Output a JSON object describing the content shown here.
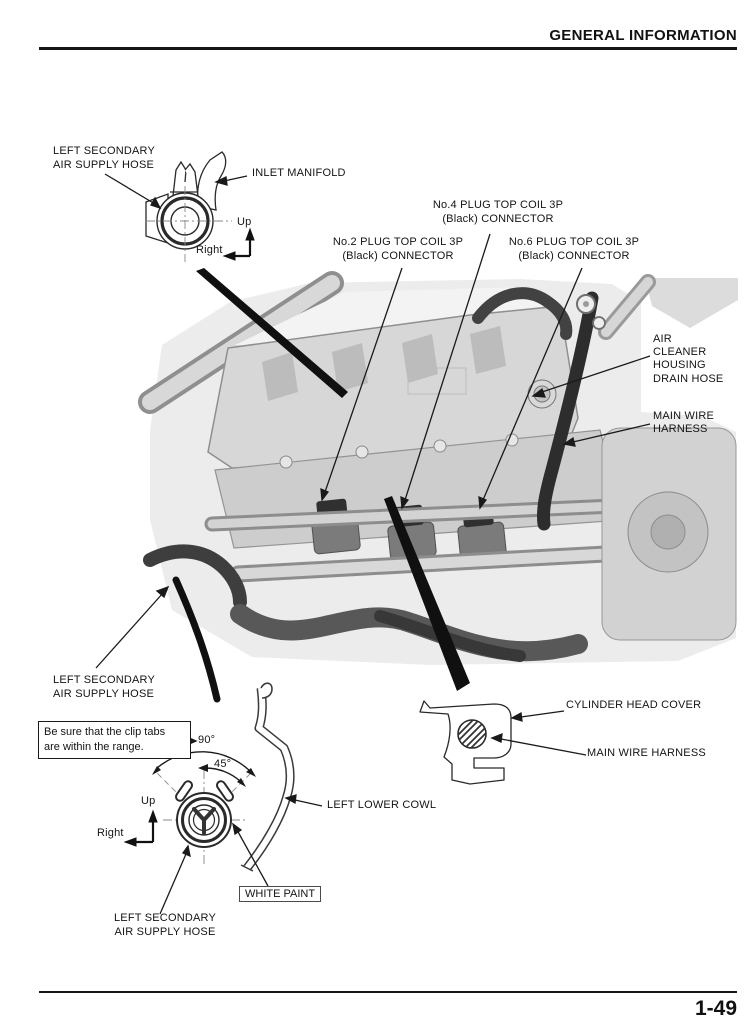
{
  "header": {
    "title": "GENERAL INFORMATION"
  },
  "footer": {
    "page_number": "1-49"
  },
  "axis": {
    "up": "Up",
    "right": "Right"
  },
  "callouts": {
    "top_left_hose": "LEFT SECONDARY\nAIR SUPPLY HOSE",
    "inlet_manifold": "INLET MANIFOLD",
    "no4_coil": "No.4 PLUG TOP COIL 3P\n(Black) CONNECTOR",
    "no2_coil": "No.2 PLUG TOP COIL 3P\n(Black) CONNECTOR",
    "no6_coil": "No.6 PLUG TOP COIL 3P\n(Black) CONNECTOR",
    "air_cleaner_drain": "AIR\nCLEANER\nHOUSING\nDRAIN HOSE",
    "main_wire_harness_upper": "MAIN WIRE\nHARNESS",
    "mid_left_hose": "LEFT SECONDARY\nAIR SUPPLY HOSE",
    "clip_note": "Be sure that the clip tabs\nare within the range.",
    "angle_outer": "90°",
    "angle_inner": "45°",
    "cylinder_head_cover": "CYLINDER HEAD COVER",
    "main_wire_harness_lower": "MAIN WIRE HARNESS",
    "left_lower_cowl": "LEFT LOWER COWL",
    "white_paint": "WHITE PAINT",
    "bottom_hose": "LEFT SECONDARY\nAIR SUPPLY HOSE"
  },
  "colors": {
    "ink": "#1a1a1a",
    "paper": "#ffffff"
  }
}
